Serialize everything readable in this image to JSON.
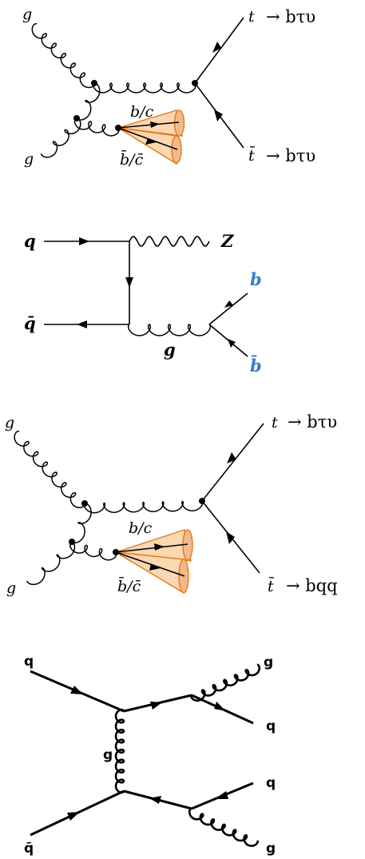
{
  "diagrams": [
    {
      "labels": {
        "gluon_in_top": "g",
        "gluon_in_bottom": "g",
        "top_out": "t",
        "top_decay": "→ bτυ",
        "antitop_out": "t̄",
        "antitop_decay": "→ bτυ",
        "jet_b": "b/c",
        "jet_bbar": "b̄/c̄"
      }
    },
    {
      "labels": {
        "quark_in": "q",
        "antiquark_in": "q̄",
        "z_boson": "Z",
        "gluon": "g",
        "b_quark": "b",
        "anti_b_quark": "b̄"
      },
      "colors": {
        "b_labels": "#3a7cc8"
      }
    },
    {
      "labels": {
        "gluon_in_top": "g",
        "gluon_in_bottom": "g",
        "top_out": "t",
        "top_decay": "→ bτυ",
        "antitop_out": "t̄",
        "antitop_decay": "→ bqq",
        "jet_b": "b/c",
        "jet_bbar": "b̄/c̄"
      }
    },
    {
      "labels": {
        "quark_in": "q",
        "antiquark_in": "q̄",
        "exchange_gluon": "g",
        "out_top_gluon": "g",
        "out_top_quark": "q",
        "out_bottom_quark": "q",
        "out_bottom_gluon": "g"
      }
    }
  ],
  "colors": {
    "jet_fill": "#fbd7b2",
    "jet_stroke": "#e07b1a"
  }
}
